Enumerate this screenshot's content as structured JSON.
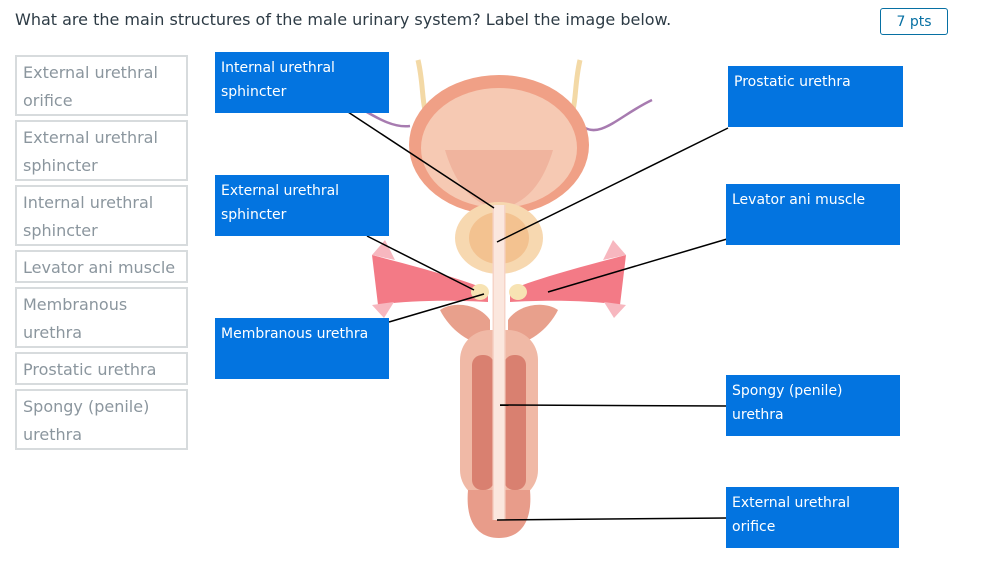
{
  "question": "What are the main structures of the male urinary system? Label the image below.",
  "points": "7 pts",
  "word_bank": [
    "External urethral orifice",
    "External urethral sphincter",
    "Internal urethral sphincter",
    "Levator ani muscle",
    "Membranous urethra",
    "Prostatic urethra",
    "Spongy (penile) urethra"
  ],
  "targets": [
    "Internal urethral sphincter",
    "External urethral sphincter",
    "Membranous urethra",
    "Prostatic urethra",
    "Levator ani muscle",
    "Spongy (penile) urethra",
    "External urethral orifice"
  ],
  "colors": {
    "target_bg": "#0374e0",
    "bank_border": "#d7dbdd",
    "bank_text": "#8b969e",
    "accent": "#0770a3"
  }
}
